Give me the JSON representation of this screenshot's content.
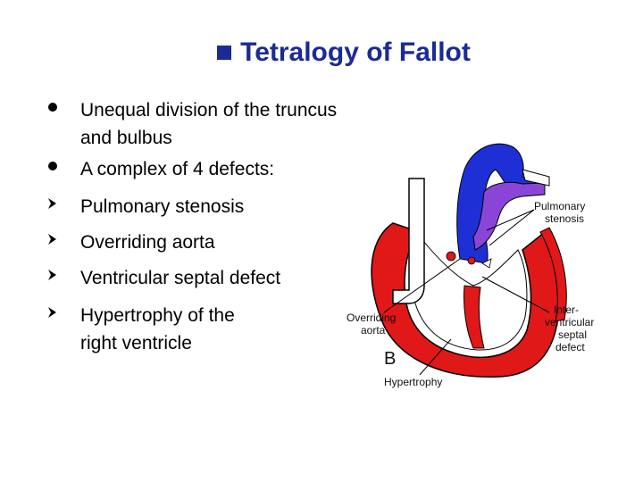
{
  "slide": {
    "title": "Tetralogy of Fallot",
    "bullets": [
      {
        "type": "dot",
        "text": "Unequal division of the truncus and  bulbus"
      },
      {
        "type": "dot",
        "text": "A complex of 4 defects:"
      },
      {
        "type": "arrow",
        "text": "Pulmonary stenosis"
      },
      {
        "type": "arrow",
        "text": "Overriding aorta"
      },
      {
        "type": "arrow",
        "text": "Ventricular septal defect"
      },
      {
        "type": "arrow",
        "text": "Hypertrophy of the right ventricle"
      }
    ]
  },
  "diagram": {
    "label_pulmonary_1": "Pulmonary",
    "label_pulmonary_2": "stenosis",
    "label_overriding_1": "Overriding",
    "label_overriding_2": "aorta",
    "label_vsd_1": "Inter-",
    "label_vsd_2": "ventricular",
    "label_vsd_3": "septal",
    "label_vsd_4": "defect",
    "label_panel": "B",
    "label_hypertrophy": "Hypertrophy",
    "colors": {
      "aorta": "#1e2fd6",
      "pulmonary": "#8a45d8",
      "myocardium": "#e01818",
      "vessel_white": "#ffffff"
    }
  }
}
